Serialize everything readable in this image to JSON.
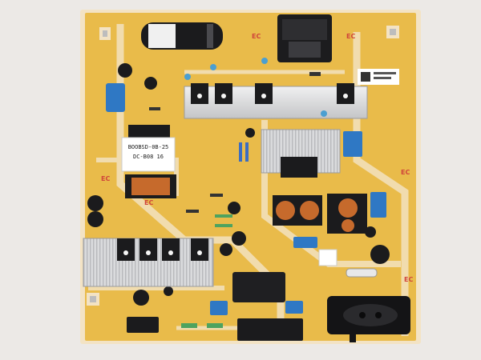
{
  "board": {
    "transformer_label_line1": "BOOBSD-0B-25",
    "transformer_label_line2": "DC-B08 16",
    "silkscreen_tag": "EC",
    "colors": {
      "background": "#ece9e6",
      "pcb": "#e9bb4a",
      "pcb_edge": "#f3e3c4",
      "trace": "#f1dcae",
      "heatsink": "#d7d8da",
      "component_black": "#1b1b1d",
      "capacitor_blue": "#2f78c4",
      "copper": "#c66a2c"
    }
  }
}
